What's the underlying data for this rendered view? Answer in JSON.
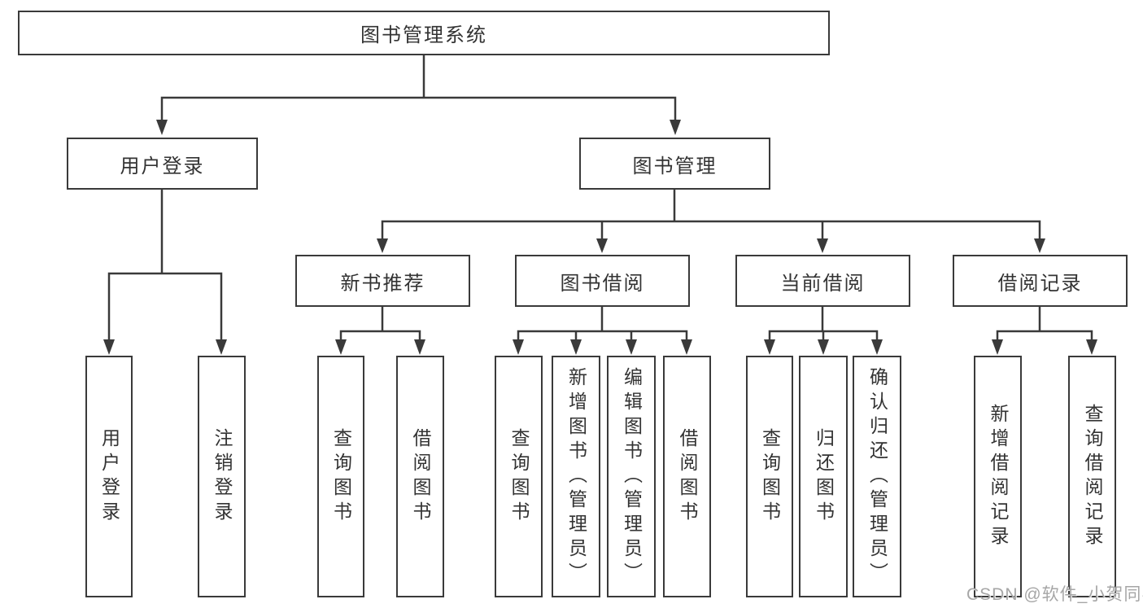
{
  "diagram": {
    "title": "图书管理系统",
    "branches": [
      {
        "label": "用户登录",
        "leaves": [
          "用户登录",
          "注销登录"
        ]
      },
      {
        "label": "图书管理",
        "sections": [
          {
            "label": "新书推荐",
            "leaves": [
              "查询图书",
              "借阅图书"
            ]
          },
          {
            "label": "图书借阅",
            "leaves": [
              "查询图书",
              "新增图书（管理员）",
              "编辑图书（管理员）",
              "借阅图书"
            ]
          },
          {
            "label": "当前借阅",
            "leaves": [
              "查询图书",
              "归还图书",
              "确认归还（管理员）"
            ]
          },
          {
            "label": "借阅记录",
            "leaves": [
              "新增借阅记录",
              "查询借阅记录"
            ]
          }
        ]
      }
    ]
  },
  "watermark": "CSDN @软件_小贺同学",
  "colors": {
    "line": "#3a3a3a",
    "box_border": "#3a3a3a",
    "box_fill": "#ffffff",
    "text": "#333333",
    "watermark_text": "#a6a6a6"
  }
}
